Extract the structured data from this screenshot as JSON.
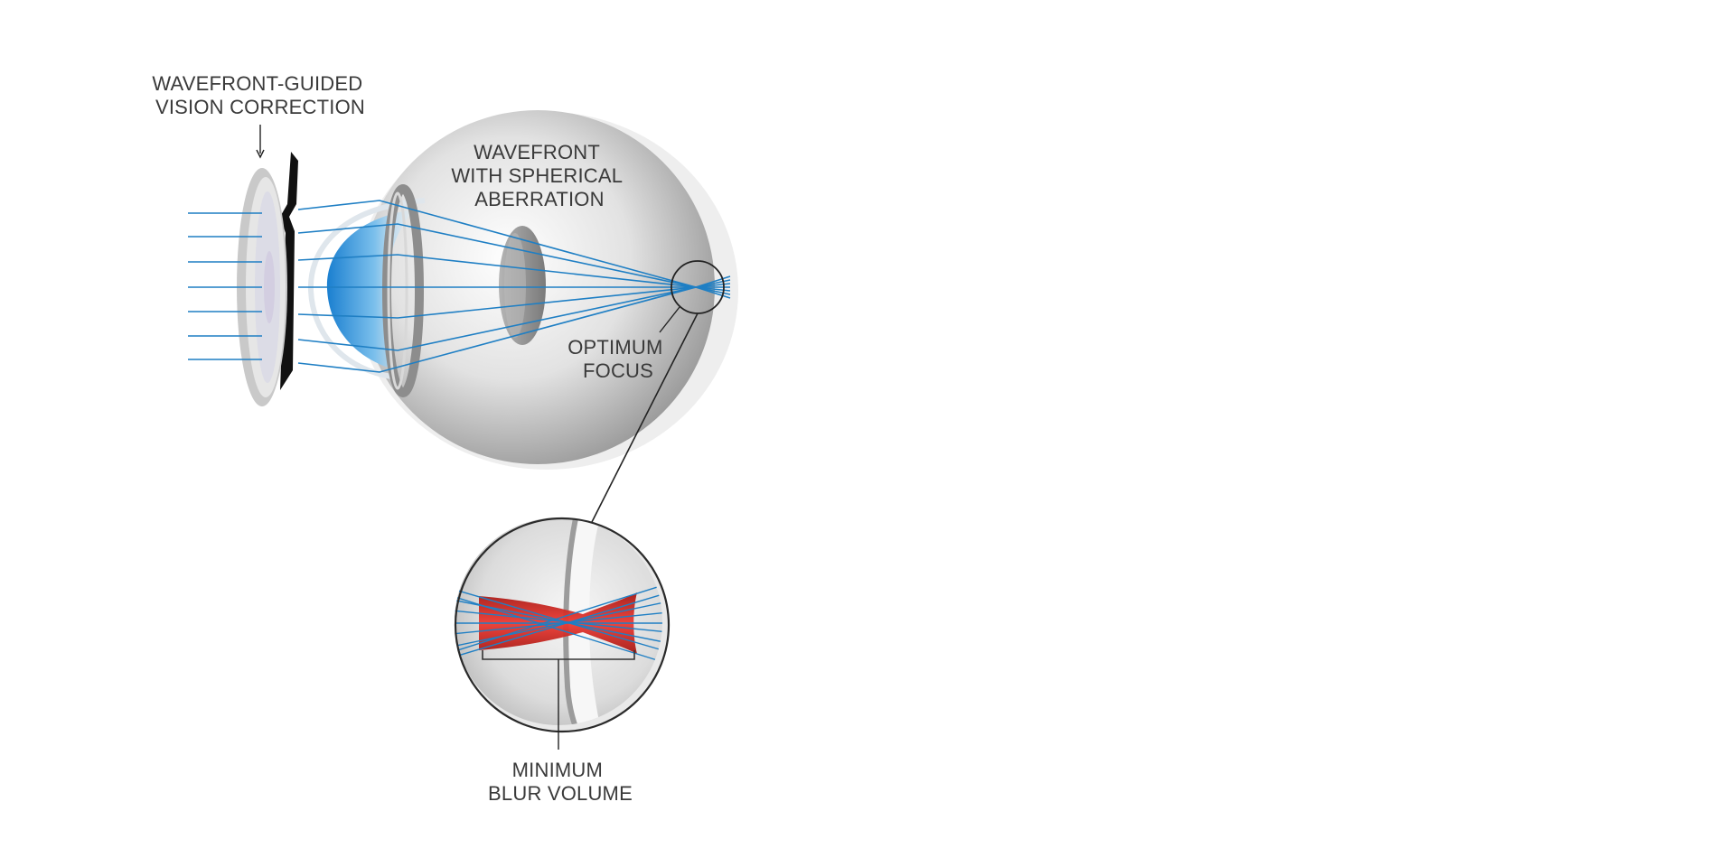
{
  "labels": {
    "wavefront_guided_line1": "WAVEFRONT-GUIDED",
    "wavefront_guided_line2": "VISION CORRECTION",
    "wavefront_line1": "WAVEFRONT",
    "wavefront_line2": "WITH SPHERICAL",
    "wavefront_line3": "ABERRATION",
    "optimum_line1": "OPTIMUM",
    "optimum_line2": "FOCUS",
    "blur_line1": "MINIMUM",
    "blur_line2": "BLUR VOLUME"
  },
  "colors": {
    "ray": "#1f7fc4",
    "blur_volume": "#d42a25",
    "eye_shade": "#9c9c9c",
    "text": "#3a3a3a"
  }
}
